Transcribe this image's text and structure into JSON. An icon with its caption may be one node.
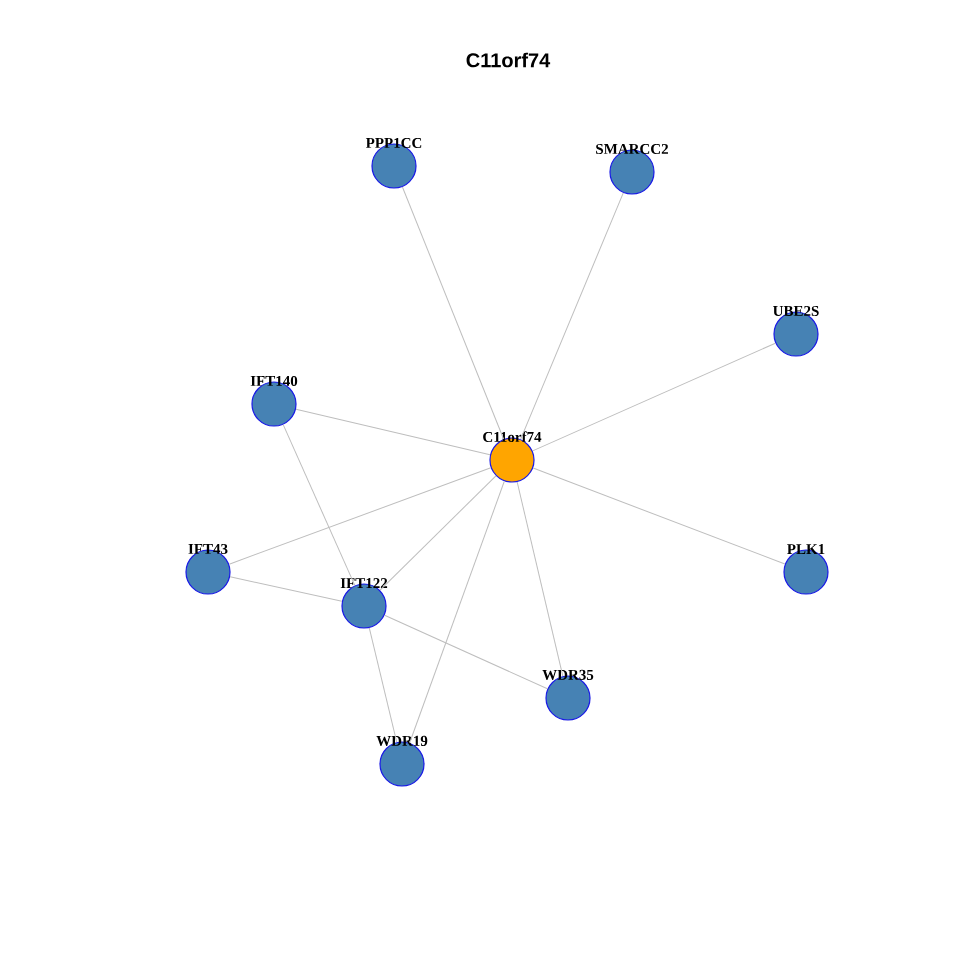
{
  "diagram": {
    "title": "C11orf74",
    "nodes": [
      {
        "text": [
          "C11orf74"
        ]
      },
      {
        "text": [
          "PPP1CC"
        ]
      },
      {
        "text": [
          "SMARCC2"
        ]
      },
      {
        "text": [
          "UBE2S"
        ]
      },
      {
        "text": [
          "IFT140"
        ]
      },
      {
        "text": [
          "IFT43"
        ]
      },
      {
        "text": [
          "IFT122"
        ]
      },
      {
        "text": [
          "PLK1"
        ]
      },
      {
        "text": [
          "WDR35"
        ]
      },
      {
        "text": [
          "WDR19"
        ]
      }
    ],
    "edges": [
      {
        "from": 0,
        "to": 1,
        "arrow": "none"
      },
      {
        "from": 0,
        "to": 2,
        "arrow": "none"
      },
      {
        "from": 0,
        "to": 3,
        "arrow": "none"
      },
      {
        "from": 0,
        "to": 4,
        "arrow": "none"
      },
      {
        "from": 0,
        "to": 5,
        "arrow": "none"
      },
      {
        "from": 0,
        "to": 6,
        "arrow": "none"
      },
      {
        "from": 0,
        "to": 7,
        "arrow": "none"
      },
      {
        "from": 0,
        "to": 8,
        "arrow": "none"
      },
      {
        "from": 0,
        "to": 9,
        "arrow": "none"
      },
      {
        "from": 4,
        "to": 6,
        "arrow": "none"
      },
      {
        "from": 5,
        "to": 6,
        "arrow": "none"
      },
      {
        "from": 6,
        "to": 8,
        "arrow": "none"
      },
      {
        "from": 6,
        "to": 9,
        "arrow": "none"
      }
    ]
  }
}
